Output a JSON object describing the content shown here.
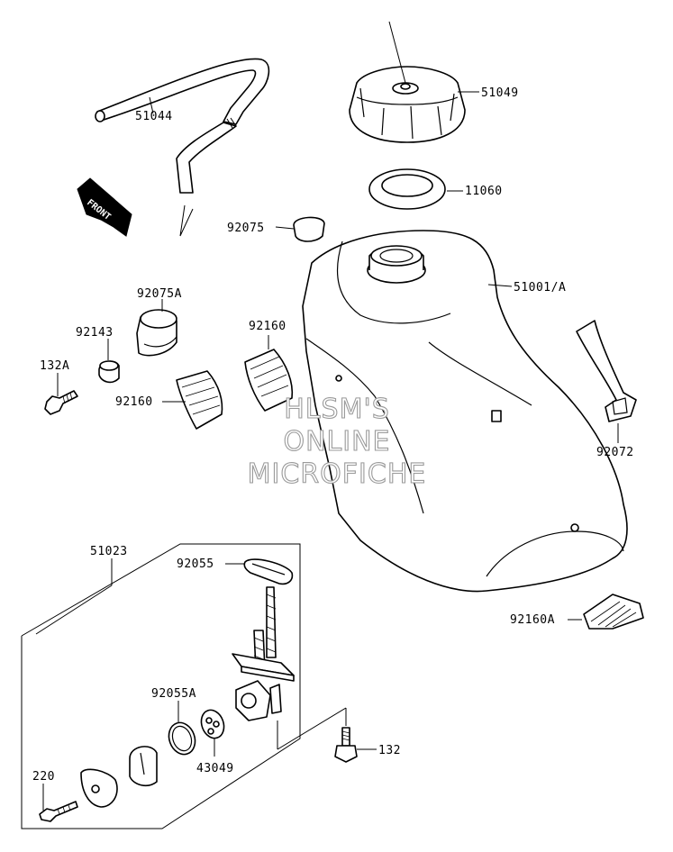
{
  "watermark": {
    "line1": "HLSM'S",
    "line2": "ONLINE",
    "line3": "MICROFICHE"
  },
  "front_arrow_text": "FRONT",
  "part_labels": {
    "p51044": "51044",
    "p51049": "51049",
    "p11060": "11060",
    "p92075": "92075",
    "p51001A": "51001/A",
    "p92075A": "92075A",
    "p92160_left": "92160",
    "p92160_mid": "92160",
    "p92143": "92143",
    "p132A": "132A",
    "p92072": "92072",
    "p51023": "51023",
    "p92055": "92055",
    "p92160A": "92160A",
    "p92055A": "92055A",
    "p43049": "43049",
    "p132": "132",
    "p220": "220"
  }
}
